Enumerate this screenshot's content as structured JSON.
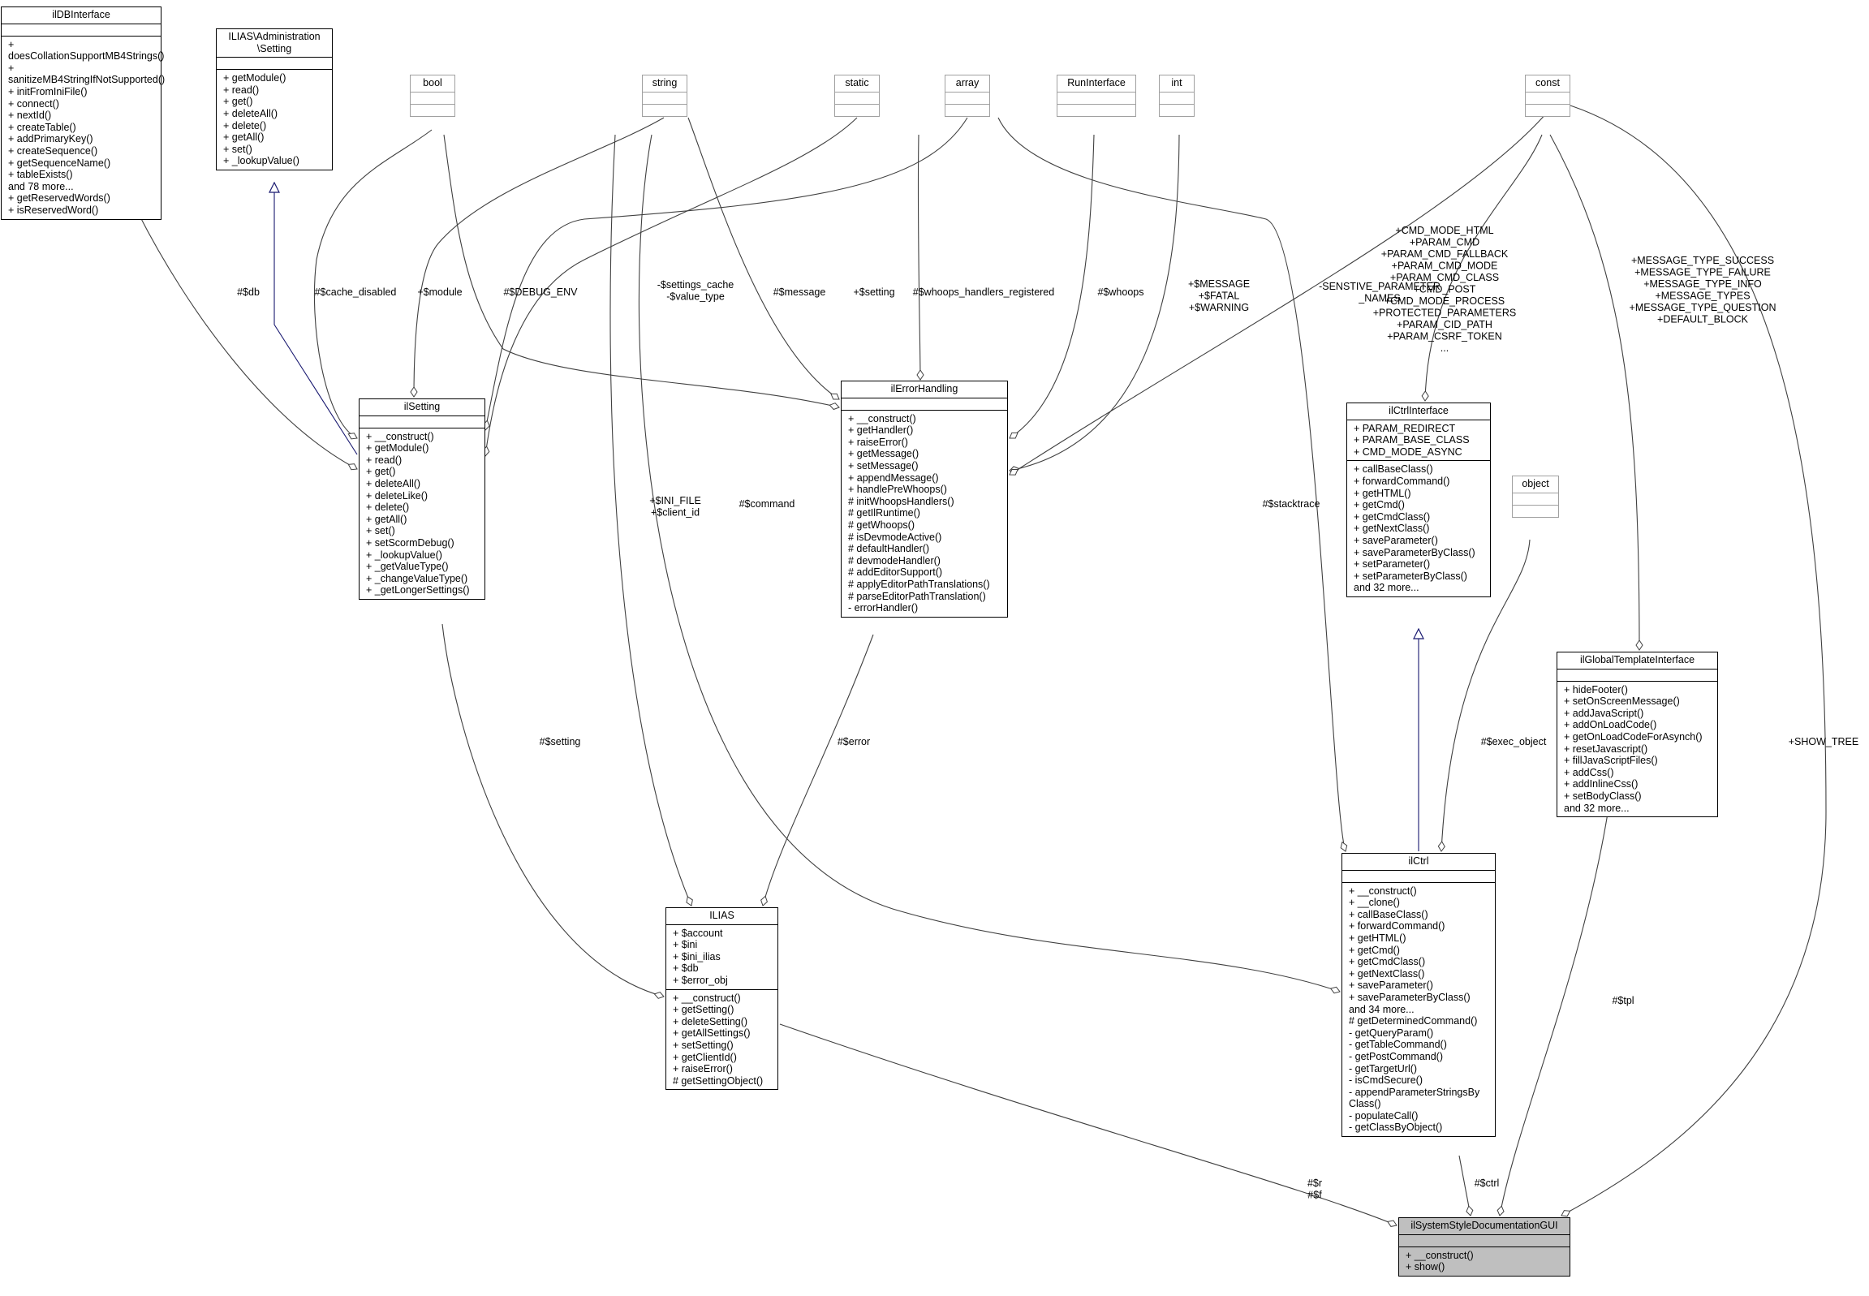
{
  "classes": {
    "ilDBInterface": {
      "name": "ilDBInterface",
      "attributes": [],
      "methods": [
        "+ doesCollationSupportMB4Strings()",
        "+ sanitizeMB4StringIfNotSupported()",
        "+ initFromIniFile()",
        "+ connect()",
        "+ nextId()",
        "+ createTable()",
        "+ addPrimaryKey()",
        "+ createSequence()",
        "+ getSequenceName()",
        "+ tableExists()",
        "and 78 more...",
        "+ getReservedWords()",
        "+ isReservedWord()"
      ]
    },
    "adminSetting": {
      "name": "ILIAS\\Administration\n\\Setting",
      "attributes": [],
      "methods": [
        "+ getModule()",
        "+ read()",
        "+ get()",
        "+ deleteAll()",
        "+ delete()",
        "+ getAll()",
        "+ set()",
        "+ _lookupValue()"
      ]
    },
    "bool": {
      "name": "bool",
      "attributes": [],
      "methods": []
    },
    "string": {
      "name": "string",
      "attributes": [],
      "methods": []
    },
    "static": {
      "name": "static",
      "attributes": [],
      "methods": []
    },
    "array": {
      "name": "array",
      "attributes": [],
      "methods": []
    },
    "RunInterface": {
      "name": "RunInterface",
      "attributes": [],
      "methods": []
    },
    "int": {
      "name": "int",
      "attributes": [],
      "methods": []
    },
    "const": {
      "name": "const",
      "attributes": [],
      "methods": []
    },
    "object": {
      "name": "object",
      "attributes": [],
      "methods": []
    },
    "ilSetting": {
      "name": "ilSetting",
      "attributes": [],
      "methods": [
        "+ __construct()",
        "+ getModule()",
        "+ read()",
        "+ get()",
        "+ deleteAll()",
        "+ deleteLike()",
        "+ delete()",
        "+ getAll()",
        "+ set()",
        "+ setScormDebug()",
        "+ _lookupValue()",
        "+ _getValueType()",
        "+ _changeValueType()",
        "+ _getLongerSettings()"
      ]
    },
    "ilErrorHandling": {
      "name": "ilErrorHandling",
      "attributes": [],
      "methods": [
        "+ __construct()",
        "+ getHandler()",
        "+ raiseError()",
        "+ getMessage()",
        "+ setMessage()",
        "+ appendMessage()",
        "+ handlePreWhoops()",
        "# initWhoopsHandlers()",
        "# getIlRuntime()",
        "# getWhoops()",
        "# isDevmodeActive()",
        "# defaultHandler()",
        "# devmodeHandler()",
        "# addEditorSupport()",
        "# applyEditorPathTranslations()",
        "# parseEditorPathTranslation()",
        "- errorHandler()"
      ]
    },
    "ilCtrlInterface": {
      "name": "ilCtrlInterface",
      "attributes": [
        "+ PARAM_REDIRECT",
        "+ PARAM_BASE_CLASS",
        "+ CMD_MODE_ASYNC"
      ],
      "methods": [
        "+ callBaseClass()",
        "+ forwardCommand()",
        "+ getHTML()",
        "+ getCmd()",
        "+ getCmdClass()",
        "+ getNextClass()",
        "+ saveParameter()",
        "+ saveParameterByClass()",
        "+ setParameter()",
        "+ setParameterByClass()",
        "and 32 more..."
      ]
    },
    "ilGlobalTemplateInterface": {
      "name": "ilGlobalTemplateInterface",
      "attributes": [],
      "methods": [
        "+ hideFooter()",
        "+ setOnScreenMessage()",
        "+ addJavaScript()",
        "+ addOnLoadCode()",
        "+ getOnLoadCodeForAsynch()",
        "+ resetJavascript()",
        "+ fillJavaScriptFiles()",
        "+ addCss()",
        "+ addInlineCss()",
        "+ setBodyClass()",
        "and 32 more..."
      ]
    },
    "ilCtrl": {
      "name": "ilCtrl",
      "attributes": [],
      "methods": [
        "+ __construct()",
        "+ __clone()",
        "+ callBaseClass()",
        "+ forwardCommand()",
        "+ getHTML()",
        "+ getCmd()",
        "+ getCmdClass()",
        "+ getNextClass()",
        "+ saveParameter()",
        "+ saveParameterByClass()",
        "and 34 more...",
        "# getDeterminedCommand()",
        "- getQueryParam()",
        "- getTableCommand()",
        "- getPostCommand()",
        "- getTargetUrl()",
        "- isCmdSecure()",
        "- appendParameterStringsBy\nClass()",
        "- populateCall()",
        "- getClassByObject()"
      ]
    },
    "ILIAS": {
      "name": "ILIAS",
      "attributes": [
        "+ $account",
        "+ $ini",
        "+ $ini_ilias",
        "+ $db",
        "+ $error_obj"
      ],
      "methods": [
        "+ __construct()",
        "+ getSetting()",
        "+ deleteSetting()",
        "+ getAllSettings()",
        "+ setSetting()",
        "+ getClientId()",
        "+ raiseError()",
        "# getSettingObject()"
      ]
    },
    "ilSystemStyleDocumentationGUI": {
      "name": "ilSystemStyleDocumentationGUI",
      "attributes": [],
      "methods": [
        "+ __construct()",
        "+ show()"
      ]
    }
  },
  "edge_labels": {
    "db": "#$db",
    "cache_disabled": "#$cache_disabled",
    "module": "+$module",
    "debug_env": "#$DEBUG_ENV",
    "settings_cache": "-$settings_cache\n-$value_type",
    "message": "#$message",
    "setting_array": "+$setting",
    "whoops_handlers": "#$whoops_handlers_registered",
    "whoops": "#$whoops",
    "msg_fatal_warning": "+$MESSAGE\n+$FATAL\n+$WARNING",
    "sensitive_params": "-SENSTIVE_PARAMETER\n_NAMES",
    "ctrl_consts": "+CMD_MODE_HTML\n+PARAM_CMD\n+PARAM_CMD_FALLBACK\n+PARAM_CMD_MODE\n+PARAM_CMD_CLASS\n+CMD_POST\n+CMD_MODE_PROCESS\n+PROTECTED_PARAMETERS\n+PARAM_CID_PATH\n+PARAM_CSRF_TOKEN\n...",
    "tpl_consts": "+MESSAGE_TYPE_SUCCESS\n+MESSAGE_TYPE_FAILURE\n+MESSAGE_TYPE_INFO\n+MESSAGE_TYPES\n+MESSAGE_TYPE_QUESTION\n+DEFAULT_BLOCK",
    "ini_file": "+$INI_FILE\n+$client_id",
    "command": "#$command",
    "stacktrace": "#$stacktrace",
    "exec_object": "#$exec_object",
    "show_tree": "+SHOW_TREE",
    "setting": "#$setting",
    "error": "#$error",
    "tpl": "#$tpl",
    "ctrl": "#$ctrl",
    "r_f": "#$r\n#$f"
  },
  "colors": {
    "inheritance_edge": "#191970",
    "usage_edge": "#404040",
    "box_border": "#000000",
    "type_box_border": "#a0a0a0",
    "focus_fill": "#bfbfbf"
  }
}
